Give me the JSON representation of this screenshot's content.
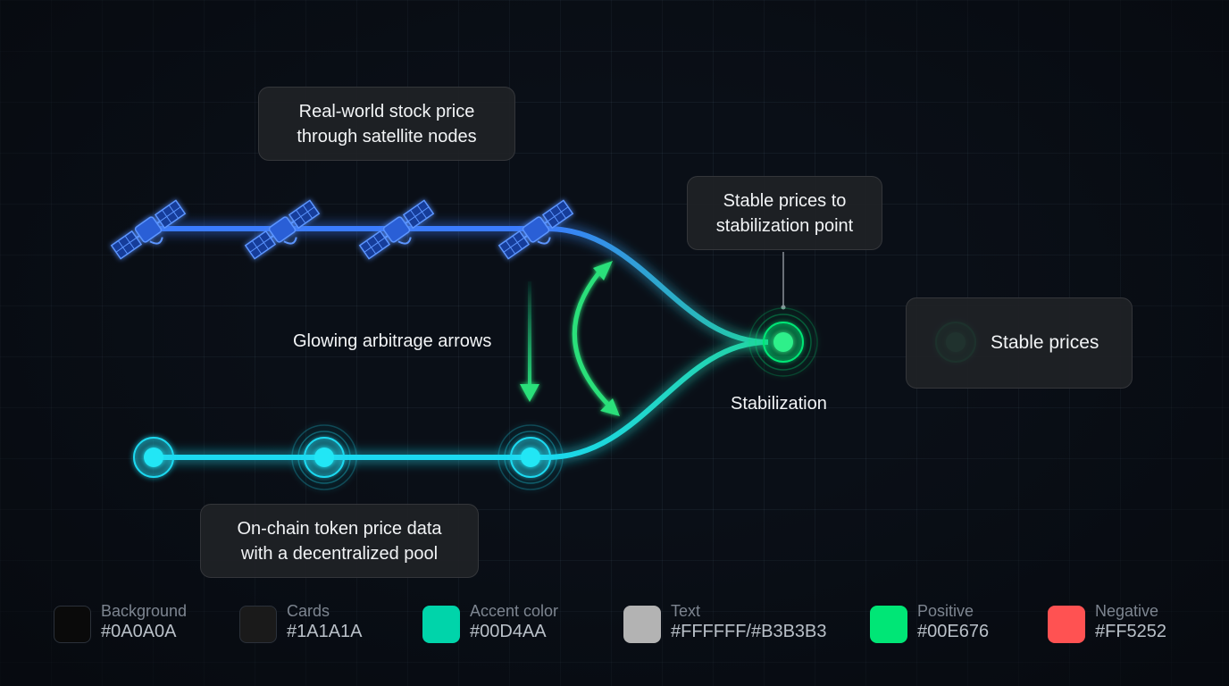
{
  "labels": {
    "satellite_card": [
      "Real-world stock price",
      "through satellite nodes"
    ],
    "stable_card": [
      "Stable prices to",
      "stabilization point"
    ],
    "arbitrage": "Glowing arbitrage arrows",
    "stabilization": "Stabilization",
    "stable_prices": "Stable prices",
    "onchain_card": [
      "On-chain token price data",
      "with a decentralized pool"
    ]
  },
  "legend": [
    {
      "name": "Background",
      "value": "#0A0A0A",
      "color": "#0A0A0A"
    },
    {
      "name": "Cards",
      "value": "#1A1A1A",
      "color": "#1A1A1A"
    },
    {
      "name": "Accent color",
      "value": "#00D4AA",
      "color": "#00D4AA"
    },
    {
      "name": "Text",
      "value": "#FFFFFF/#B3B3B3",
      "color": "#B3B3B3"
    },
    {
      "name": "Positive",
      "value": "#00E676",
      "color": "#00E676"
    },
    {
      "name": "Negative",
      "value": "#FF5252",
      "color": "#FF5252"
    }
  ],
  "colors": {
    "satellite_line": "#3a7bff",
    "onchain_line": "#1ed9f0",
    "positive": "#00E676"
  },
  "icons": [
    "satellite-icon",
    "node-icon",
    "arrow-down-icon",
    "curved-double-arrow-icon"
  ]
}
